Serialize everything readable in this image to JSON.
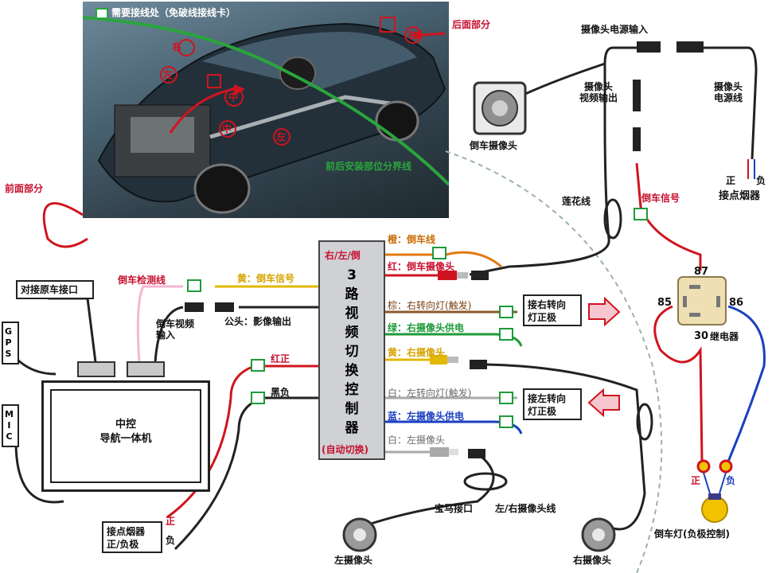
{
  "photo": {
    "legend_text": "需要接线处（免破线接线卡）",
    "rear_label": "后面部分",
    "front_label": "前面部分",
    "divider_label": "前后安装部位分界线",
    "markers": [
      "右",
      "左",
      "中",
      "左",
      "中",
      "右"
    ]
  },
  "controller": {
    "top_label": "右/左/倒",
    "vertical_text": "3路视频切换控制器",
    "bottom_label": "(自动切换)"
  },
  "wire_labels": {
    "orange_reverse": "橙：倒车线",
    "red_reverse_cam": "红：倒车摄像头",
    "brown_right_turn": "棕：右转向灯(触发)",
    "green_right_cam_power": "绿：右摄像头供电",
    "yellow_right_cam": "黄：右摄像头",
    "white_left_turn": "白：左转向灯(触发)",
    "blue_left_cam_power": "蓝：左摄像头供电",
    "white_left_cam": "白：左摄像头",
    "yellow_reverse_signal": "黄：倒车信号",
    "male_video_out": "公头：影像输出",
    "red_positive": "红正",
    "black_negative": "黑负"
  },
  "left_side": {
    "reverse_detect": "倒车检测线",
    "oem_connector": "对接原车接口",
    "reverse_video_in": "倒车视频\n输入",
    "gps": "GPS",
    "mic": "MIC",
    "head_unit": "中控\n导航一体机",
    "cig_box": "接点烟器\n正/负极",
    "pos": "正",
    "neg": "负"
  },
  "right_side": {
    "cam_power_in": "摄像头电源输入",
    "cam_video_out": "摄像头\n视频输出",
    "cam_power_line": "摄像头\n电源线",
    "reverse_camera": "倒车摄像头",
    "lotus_wire": "莲花线",
    "reverse_signal": "倒车信号",
    "pos": "正",
    "neg": "负",
    "cig_lighter": "接点烟器",
    "relay_87": "87",
    "relay_85": "85",
    "relay_86": "86",
    "relay_30": "30",
    "relay": "继电器",
    "right_turn_box": "接右转向\n灯正极",
    "left_turn_box": "接左转向\n灯正极",
    "reverse_light": "倒车灯(负极控制)",
    "light_pos": "正",
    "light_neg": "负"
  },
  "bottom": {
    "left_camera": "左摄像头",
    "right_camera": "右摄像头",
    "bmw_connector": "宝马接口",
    "lr_camera_wire": "左/右摄像头线"
  }
}
